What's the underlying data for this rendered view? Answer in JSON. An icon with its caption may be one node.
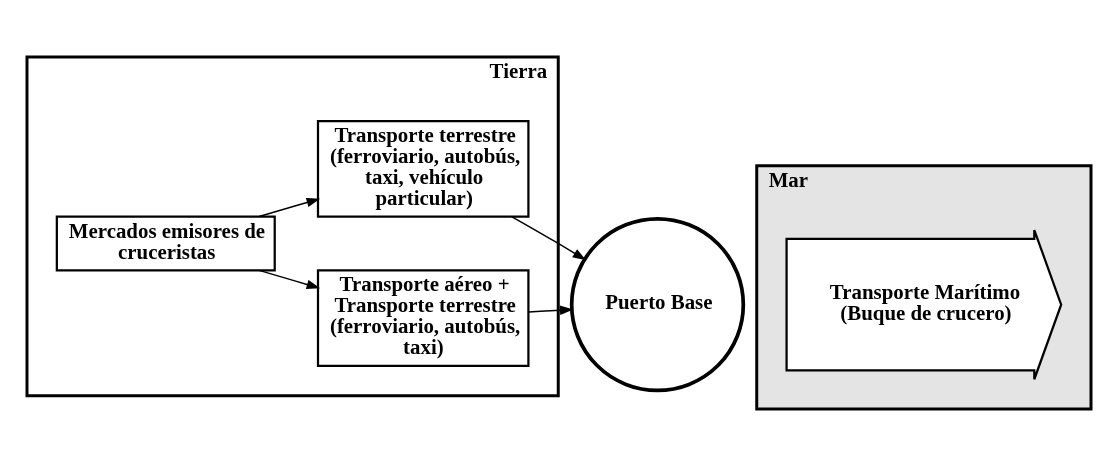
{
  "diagram": {
    "nodes": [
      {
        "text": [
          "Tierra"
        ]
      },
      {
        "text": [
          "Mercados emisores de cruceristas"
        ],
        "in": 0
      },
      {
        "text": [
          "Transporte aéreo + Transporte terrestre (ferroviario, autobús, taxi)"
        ],
        "in": 0
      },
      {
        "text": [
          "Transporte terrestre (ferroviario, autobús, taxi, vehículo particular)"
        ],
        "in": 0
      },
      {
        "text": [
          "Puerto Base"
        ]
      },
      {
        "text": [
          "Mar"
        ]
      },
      {
        "text": [
          "Transporte Marítimo (Buque de crucero)"
        ],
        "in": 5
      }
    ],
    "edges": [
      {
        "from": 1,
        "to": 2,
        "arrow": "to"
      },
      {
        "from": 1,
        "to": 3,
        "arrow": "to"
      },
      {
        "from": 2,
        "to": 4,
        "arrow": "to"
      },
      {
        "from": 3,
        "to": 4,
        "arrow": "to"
      }
    ]
  }
}
